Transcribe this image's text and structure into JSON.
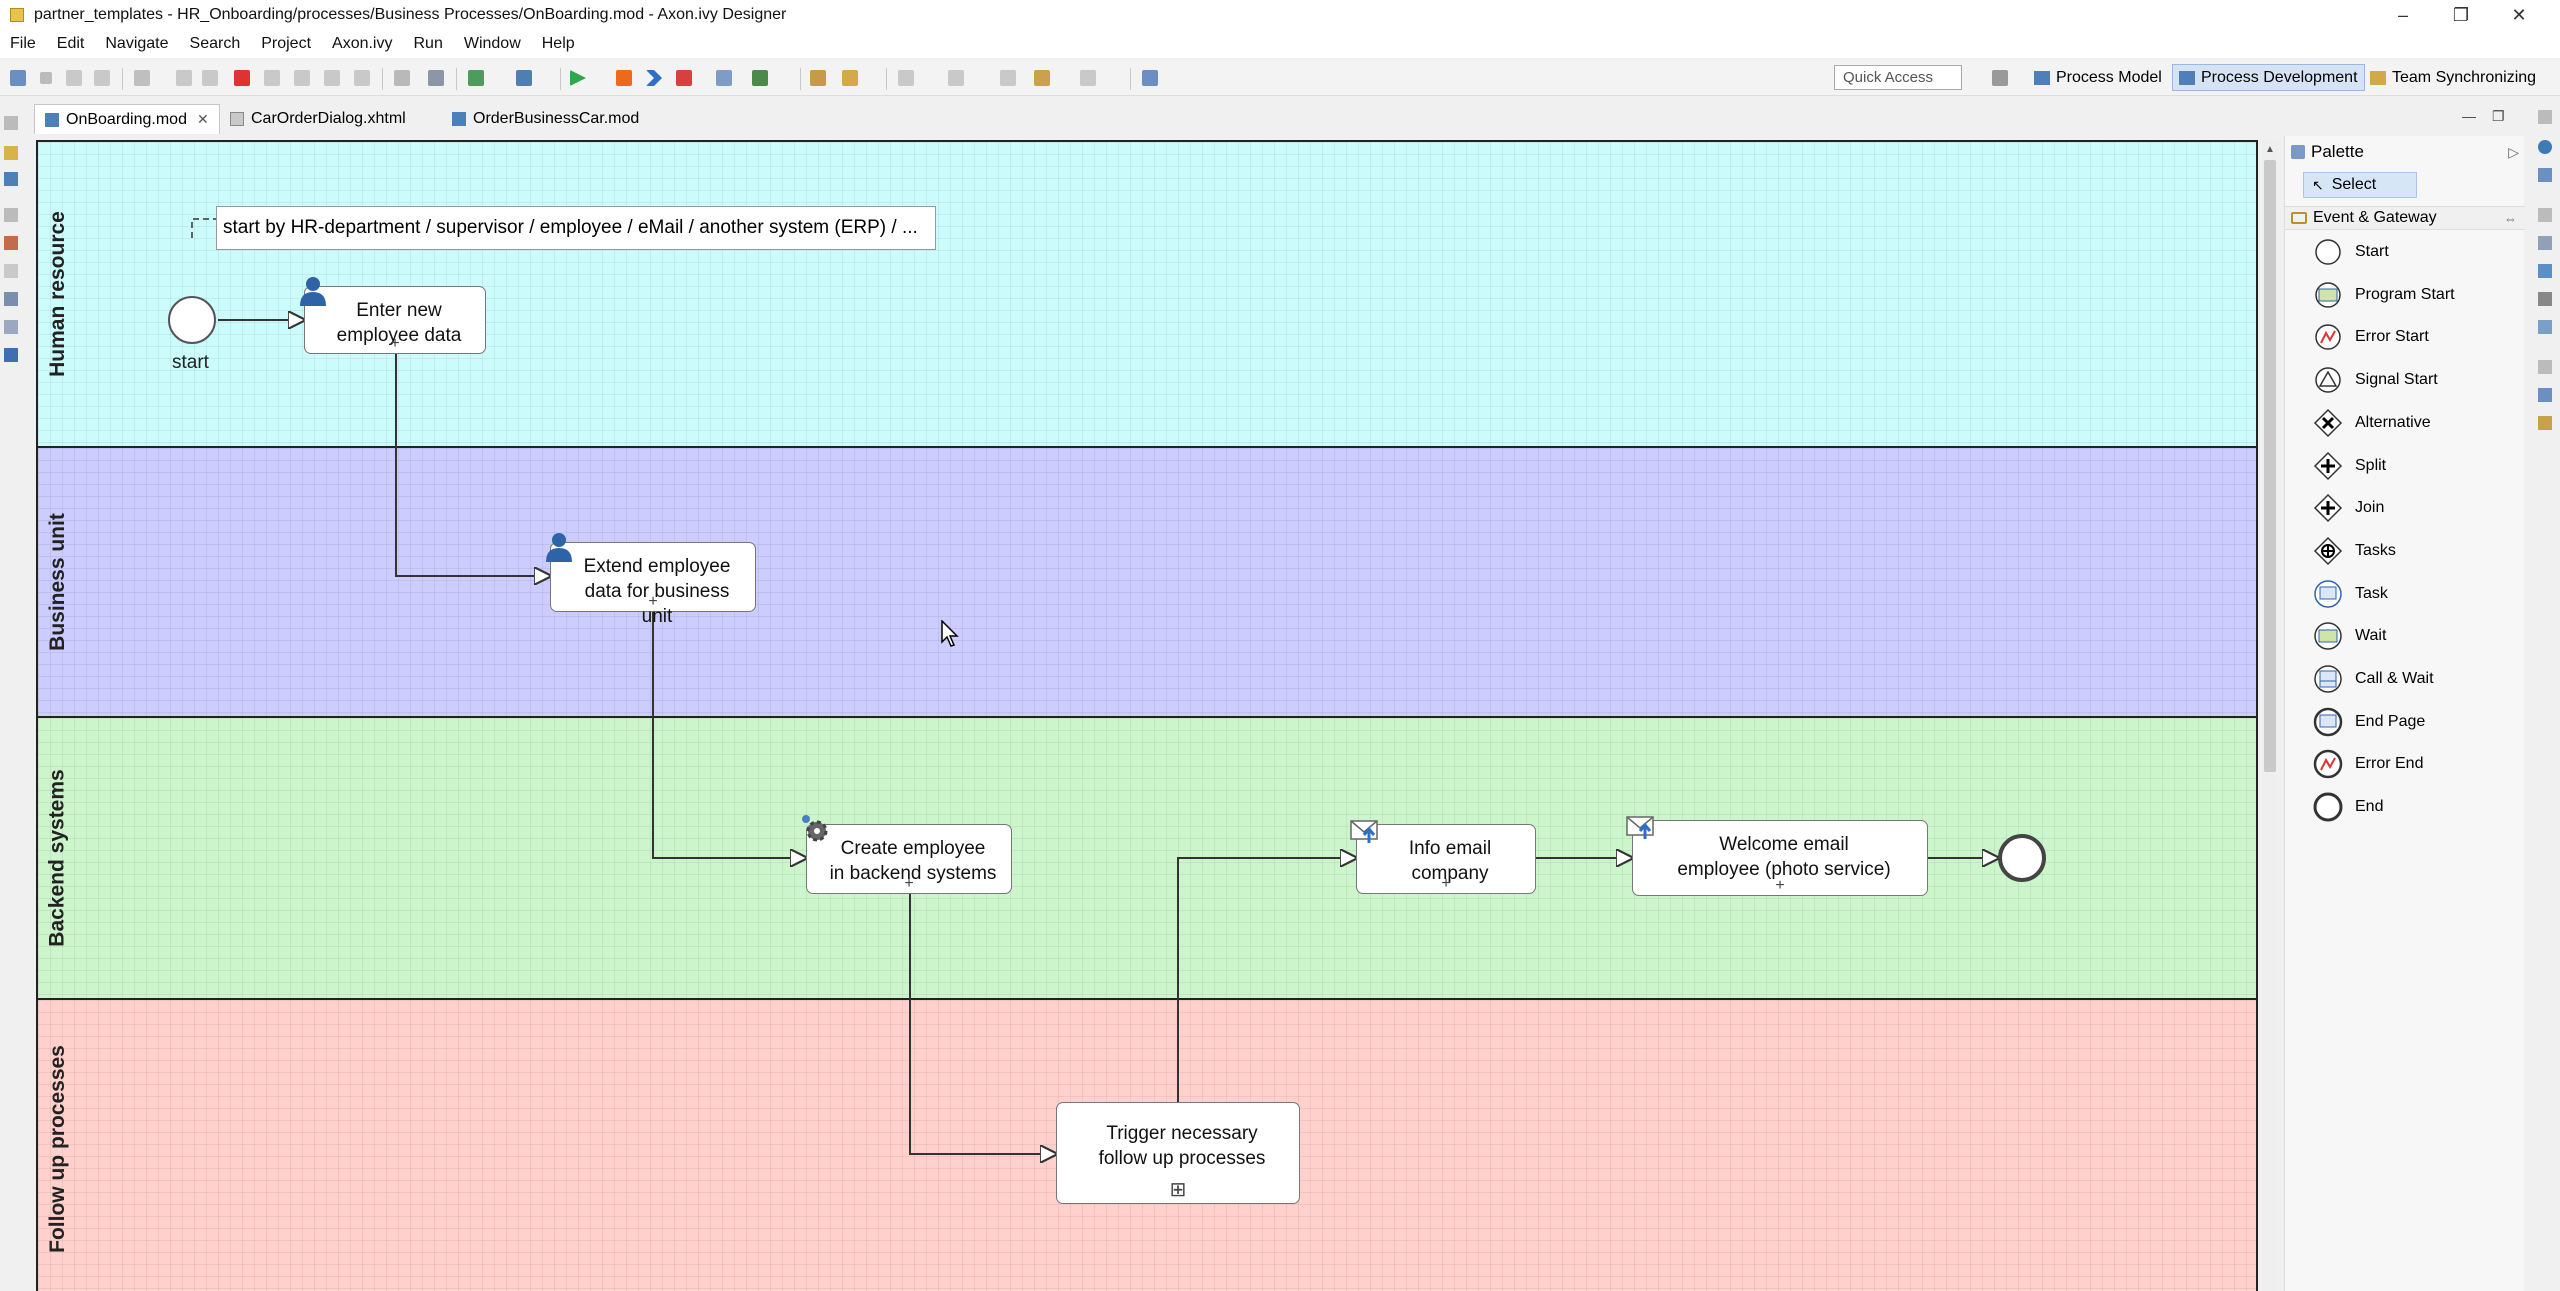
{
  "window": {
    "title": "partner_templates - HR_Onboarding/processes/Business Processes/OnBoarding.mod - Axon.ivy Designer",
    "controls": [
      "–",
      "❐",
      "✕"
    ]
  },
  "menu": [
    "File",
    "Edit",
    "Navigate",
    "Search",
    "Project",
    "Axon.ivy",
    "Run",
    "Window",
    "Help"
  ],
  "toolbar": {
    "quick_access": "Quick Access",
    "perspectives": [
      "Process Model",
      "Process Development",
      "Team Synchronizing"
    ],
    "active_perspective": "Process Development"
  },
  "tabs": [
    {
      "label": "OnBoarding.mod",
      "active": true,
      "close": "✕"
    },
    {
      "label": "CarOrderDialog.xhtml",
      "active": false
    },
    {
      "label": "OrderBusinessCar.mod",
      "active": false
    }
  ],
  "editor_controls": [
    "—",
    "❐"
  ],
  "lanes": [
    "Human resource",
    "Business unit",
    "Backend systems",
    "Follow up processes"
  ],
  "process": {
    "annotation": "start by HR-department / supervisor / employee / eMail / another system (ERP) / ...",
    "start_label": "start",
    "nodes": {
      "enter_data": [
        "Enter new",
        "employee data"
      ],
      "extend_data": [
        "Extend employee",
        "data for business unit"
      ],
      "create_backend": [
        "Create employee",
        "in backend systems"
      ],
      "info_email": [
        "Info email",
        "company"
      ],
      "welcome_email": [
        "Welcome email",
        "employee (photo service)"
      ],
      "trigger": [
        "Trigger necessary",
        "follow up processes"
      ]
    },
    "expand_mark": "+",
    "expand_box_mark": "⊞"
  },
  "palette": {
    "title": "Palette",
    "select": "Select",
    "drawer": "Event & Gateway",
    "items": [
      "Start",
      "Program Start",
      "Error Start",
      "Signal Start",
      "Alternative",
      "Split",
      "Join",
      "Tasks",
      "Task",
      "Wait",
      "Call & Wait",
      "End Page",
      "Error End",
      "End"
    ]
  },
  "colors": {
    "lane_hr": "#ccfbfb",
    "lane_bu": "#ccccff",
    "lane_be": "#ccf5cc",
    "lane_fu": "#ffd0cc",
    "active_perspective": "#d5e3f4"
  }
}
